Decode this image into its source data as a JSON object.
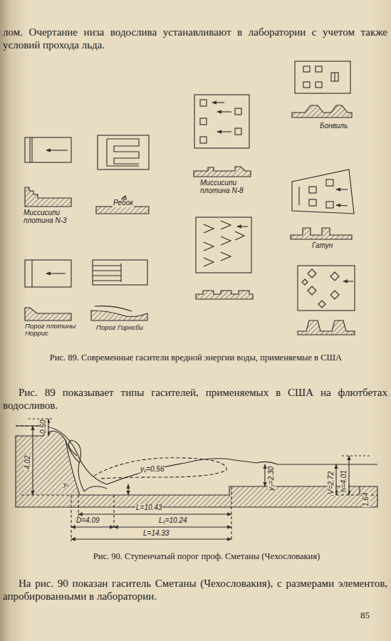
{
  "diagram": {
    "labels": [
      "лом. Очертание низа водослива устанавливают в лаборатории с учетом также условий прохода льда.",
      "Миссисипи плотина N-3",
      "Ребок",
      "Миссисипи плотина N-8",
      "Бонвиль",
      "Гатун",
      "Порог плотины Норрис",
      "Порог Горнсби",
      "Рис. 89. Современные гасители вредной энергии воды, применяемые в США",
      "Рис. 89 показывает типы гасителей, применяемых в США на флютбетах водосливов.",
      "4.02",
      "0.50",
      "y₁=0.56",
      "y₁",
      "y₂=2.30",
      "V=2.72",
      "h=4.01",
      "1.64",
      "L=10.43",
      "D=4.09",
      "L₁=10.24",
      "L=14.33",
      "Рис. 90. Ступенчатый порог проф. Сметаны (Чехословакия)",
      "На рис. 90 показан гаситель Сметаны (Чехословакия), с размерами элементов, апробированными в лаборатории.",
      "85"
    ]
  }
}
